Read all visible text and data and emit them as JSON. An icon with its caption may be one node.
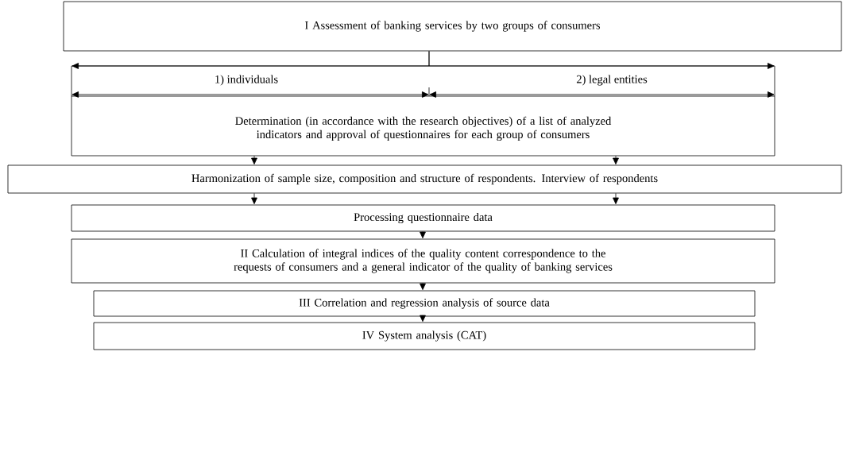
{
  "diagram": {
    "nodes": [
      {
        "text": [
          "I Assessment of banking services by two groups of consumers"
        ]
      },
      {
        "text": [
          "Determination (in accordance with the research objectives) of a list of analyzed indicators and approval of questionnaires for each group of consumers"
        ]
      },
      {
        "text": [
          "Harmonization of sample size, composition and structure of respondents. Interview of respondents"
        ]
      },
      {
        "text": [
          "Processing questionnaire data"
        ]
      },
      {
        "text": [
          "II Calculation of integral indices of the quality content correspondence to the requests of consumers and a general indicator of the quality of banking services"
        ]
      },
      {
        "text": [
          "III Correlation and regression analysis of source data"
        ]
      },
      {
        "text": [
          "IV System analysis (CAT)"
        ]
      }
    ],
    "edges": [
      {
        "from": 0,
        "to": 1,
        "arrow": "to"
      },
      {
        "from": 0,
        "to": 1,
        "arrow": "to"
      },
      {
        "from": 1,
        "to": 2,
        "arrow": "to"
      },
      {
        "from": 1,
        "to": 2,
        "arrow": "to"
      },
      {
        "from": 2,
        "to": 3,
        "arrow": "to"
      },
      {
        "from": 2,
        "to": 3,
        "arrow": "to"
      },
      {
        "from": 3,
        "to": 4,
        "arrow": "to"
      },
      {
        "from": 4,
        "to": 5,
        "arrow": "to"
      },
      {
        "from": 5,
        "to": 6,
        "arrow": "to"
      }
    ],
    "labels": [
      "1) individuals",
      "2) legal entities"
    ]
  }
}
